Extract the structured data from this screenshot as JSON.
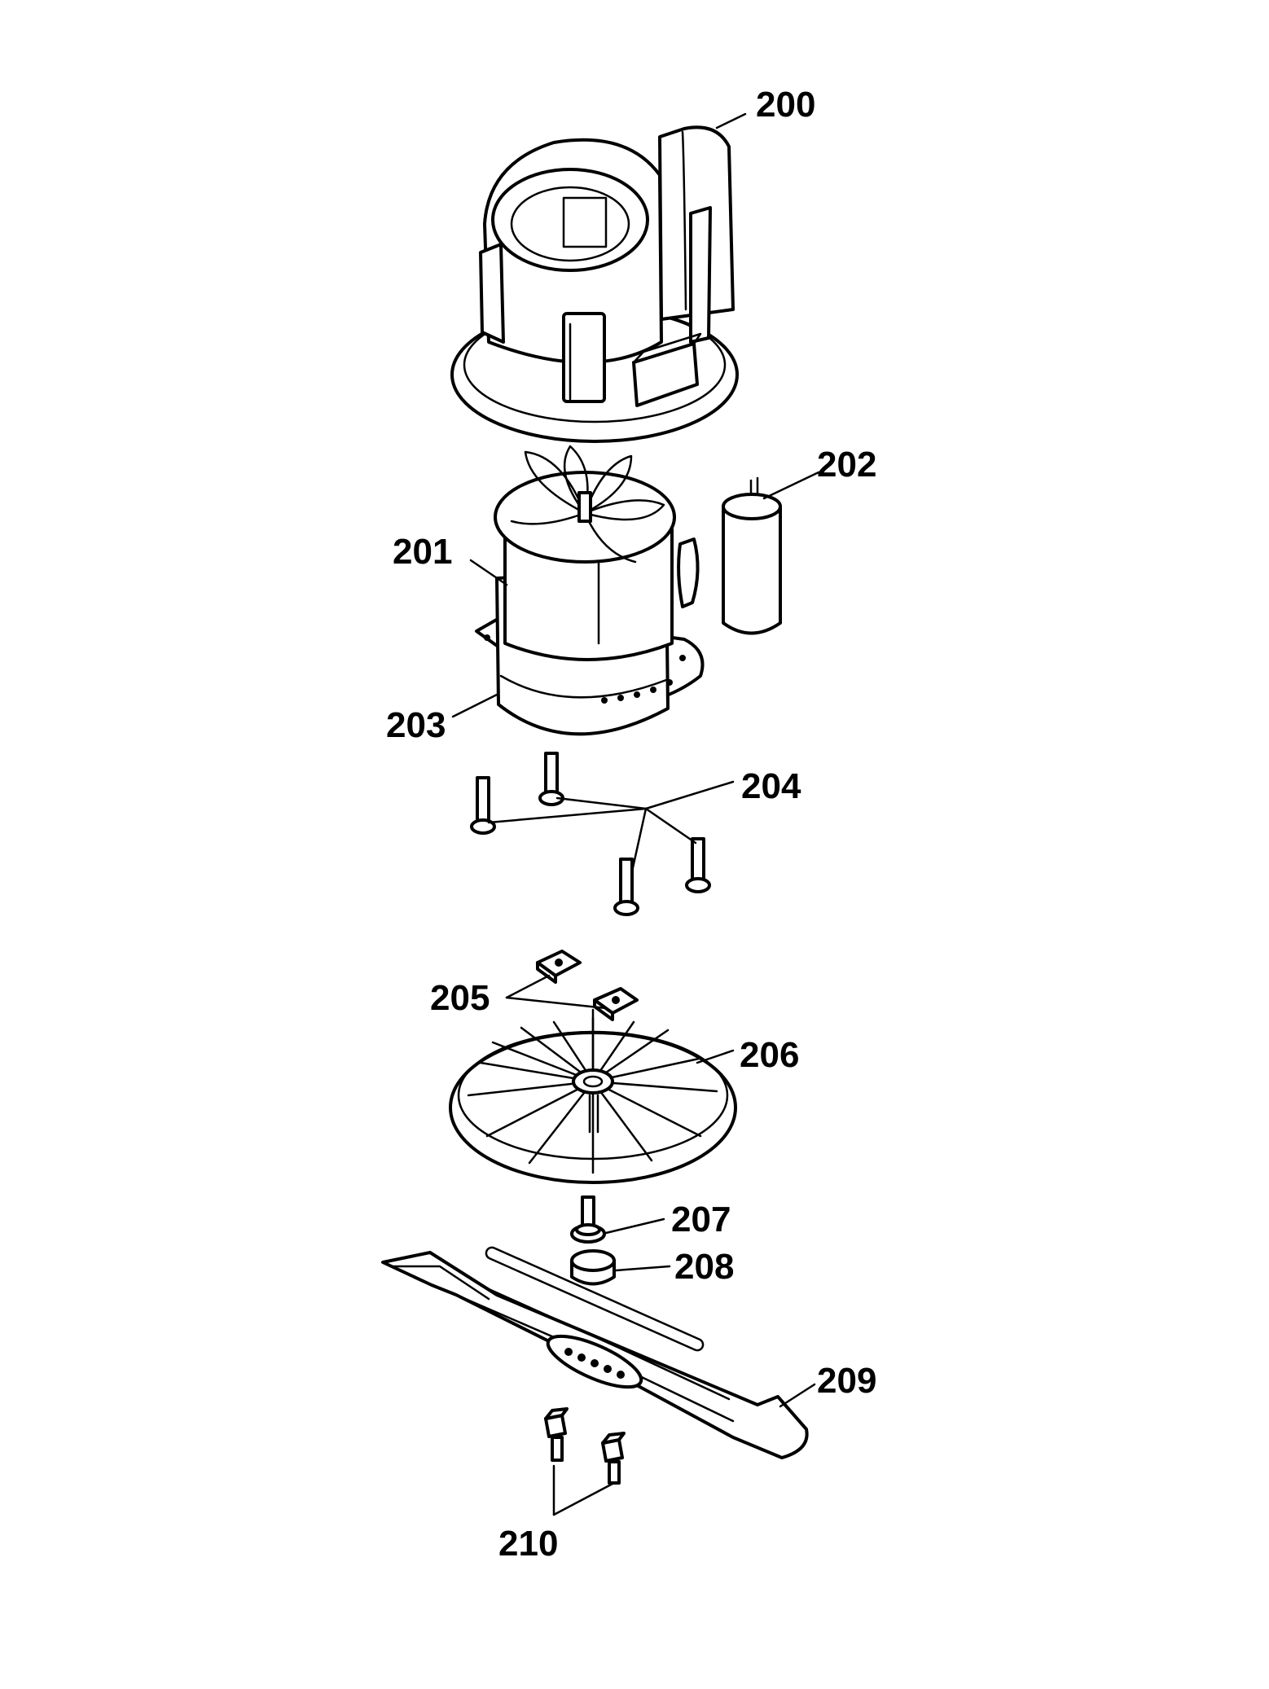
{
  "labels": {
    "p200": "200",
    "p201": "201",
    "p202": "202",
    "p203": "203",
    "p204": "204",
    "p205": "205",
    "p206": "206",
    "p207": "207",
    "p208": "208",
    "p209": "209",
    "p210": "210"
  },
  "colors": {
    "line": "#000000",
    "background": "#ffffff"
  }
}
